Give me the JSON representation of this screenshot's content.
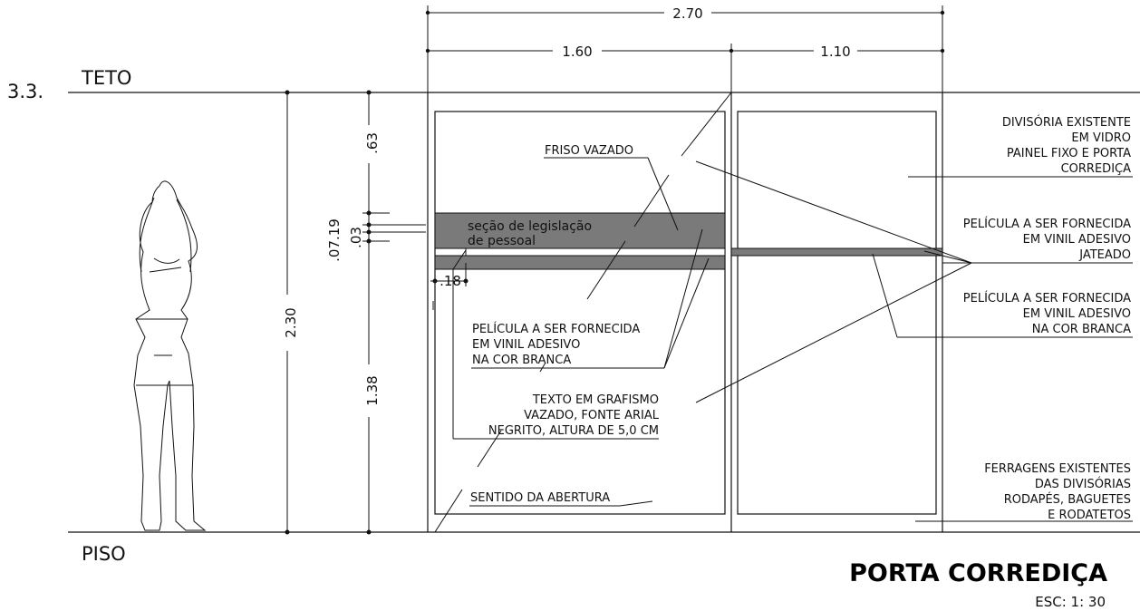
{
  "levels": {
    "ceiling_level": "3.3.",
    "ceiling_label": "TETO",
    "floor_label": "PISO"
  },
  "dimensions": {
    "overall_width": "2.70",
    "panel_left_width": "1.60",
    "panel_right_width": "1.10",
    "total_height": "2.30",
    "top_segment": ".63",
    "band_stack_a": ".07.19",
    "band_stack_b": ".03",
    "bottom_segment": "1.38",
    "offset": ".18"
  },
  "notes": {
    "band_text_line1": "seção de legislação",
    "band_text_line2": "de pessoal",
    "friso": "FRISO VAZADO",
    "pelicula_branca_left": [
      "PELÍCULA A SER FORNECIDA",
      "EM VINIL ADESIVO",
      "NA COR BRANCA"
    ],
    "texto_grafismo": [
      "TEXTO EM GRAFISMO",
      "VAZADO, FONTE ARIAL",
      "NEGRITO, ALTURA DE 5,0 CM"
    ],
    "sentido": "SENTIDO DA ABERTURA",
    "divisoria": [
      "DIVISÓRIA EXISTENTE",
      "EM VIDRO",
      "PAINEL FIXO E PORTA",
      "CORREDIÇA"
    ],
    "pelicula_jateado": [
      "PELÍCULA A SER FORNECIDA",
      "EM VINIL ADESIVO",
      "JATEADO"
    ],
    "pelicula_branca_right": [
      "PELÍCULA A SER FORNECIDA",
      "EM VINIL ADESIVO",
      "NA COR BRANCA"
    ],
    "ferragens": [
      "FERRAGENS EXISTENTES",
      "DAS DIVISÓRIAS",
      "RODAPÉS, BAGUETES",
      "E RODATETOS"
    ]
  },
  "title": {
    "main": "PORTA CORREDIÇA",
    "scale": "ESC:  1: 30"
  },
  "colors": {
    "line": "#111111",
    "band_fill": "#7a7a7a",
    "background": "#ffffff"
  }
}
